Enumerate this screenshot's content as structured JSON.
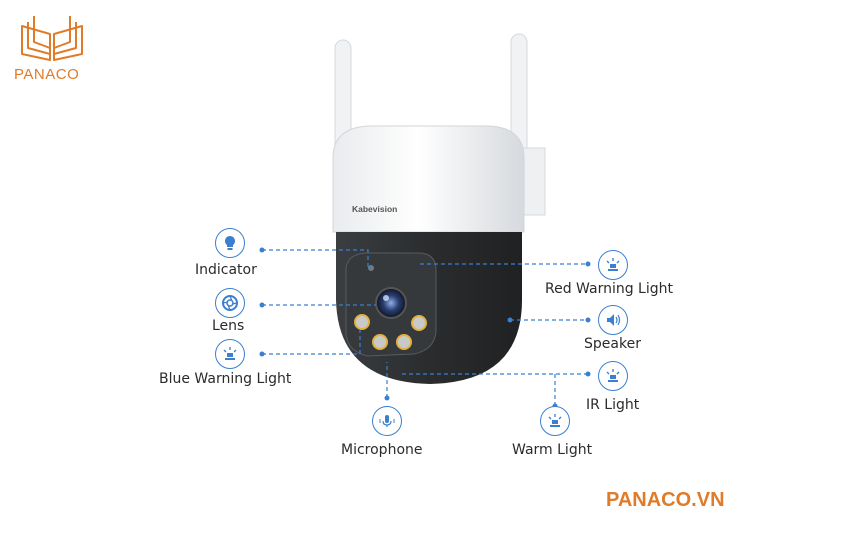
{
  "brand": {
    "logo_text": "PANACO",
    "footer_text": "PANACO.VN",
    "accent": "#e07b2a"
  },
  "camera": {
    "brand_text": "Kabevision"
  },
  "features": {
    "indicator": {
      "label": "Indicator",
      "icon": "bulb-icon"
    },
    "lens": {
      "label": "Lens",
      "icon": "lens-aperture-icon"
    },
    "blue_warning_light": {
      "label": "Blue Warning Light",
      "icon": "light-beam-icon"
    },
    "microphone": {
      "label": "Microphone",
      "icon": "microphone-icon"
    },
    "red_warning_light": {
      "label": "Red Warning Light",
      "icon": "light-beam-icon"
    },
    "speaker": {
      "label": "Speaker",
      "icon": "speaker-icon"
    },
    "ir_light": {
      "label": "IR Light",
      "icon": "light-beam-icon"
    },
    "warm_light": {
      "label": "Warm Light",
      "icon": "light-beam-icon"
    }
  },
  "colors": {
    "callout": "#3a7fd0",
    "camera_body": "#2f3133",
    "camera_shell": "#f4f5f6"
  }
}
